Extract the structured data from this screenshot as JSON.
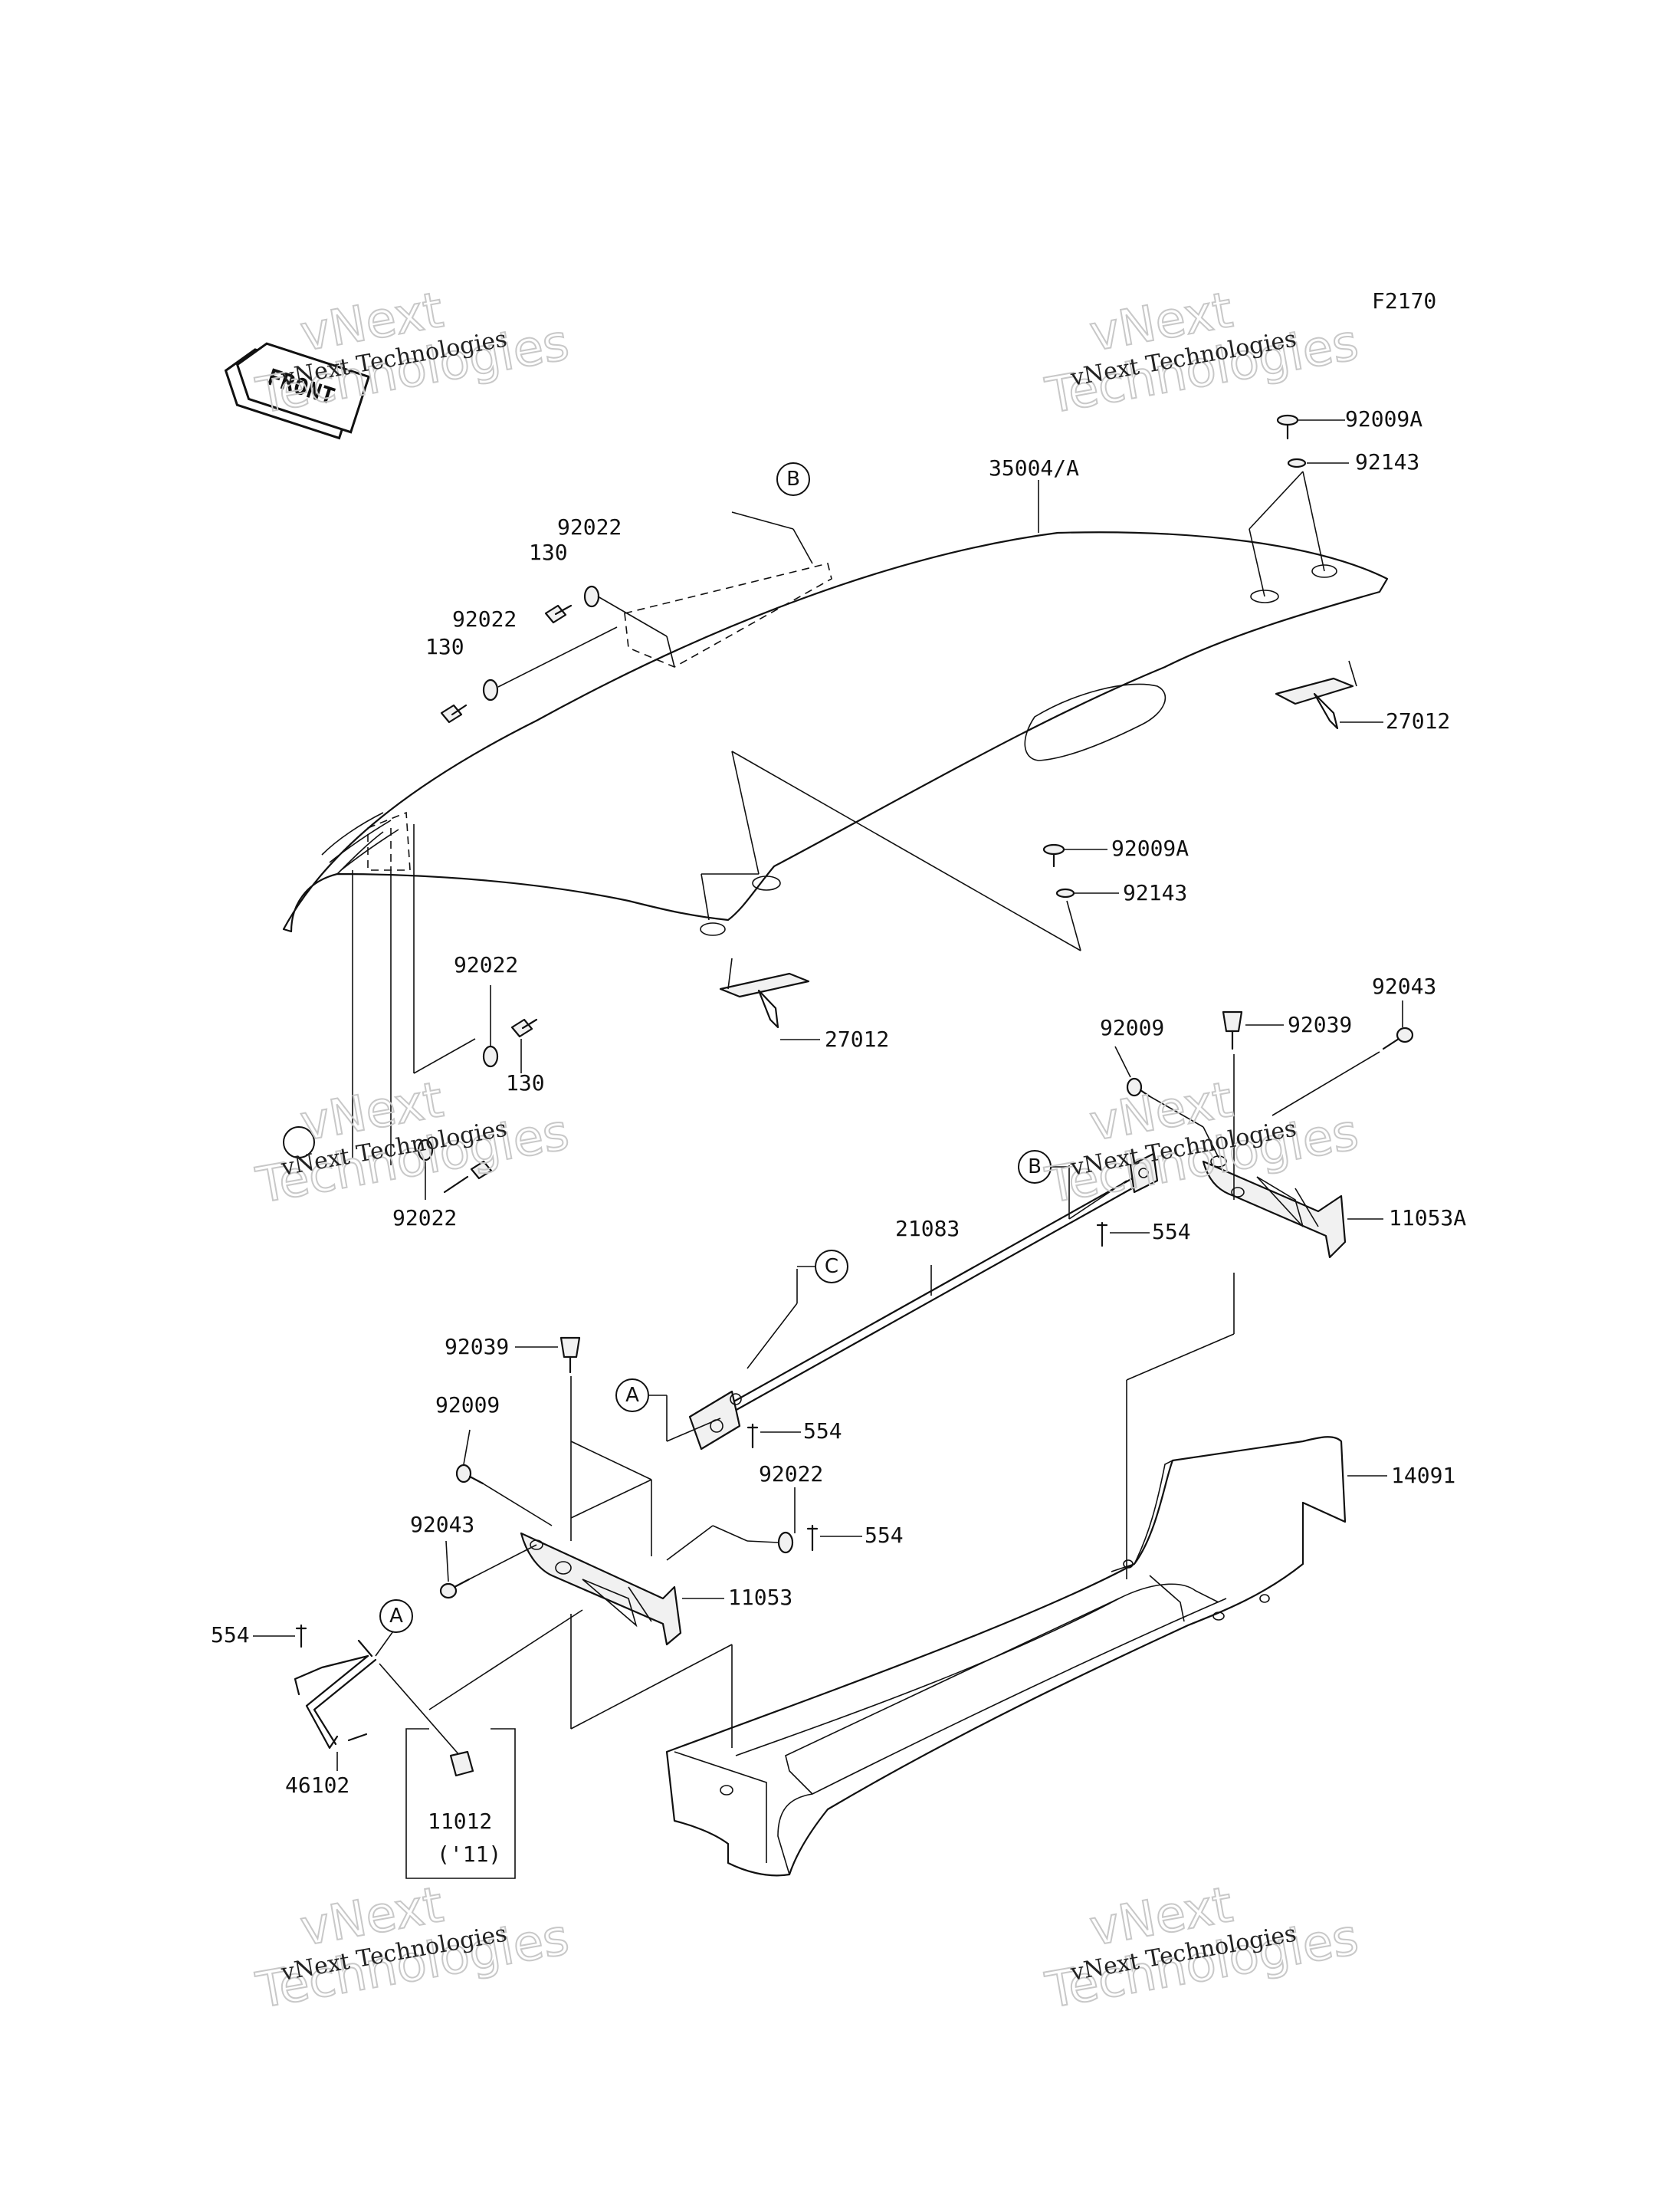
{
  "figure_code": "F2170",
  "front_label": "FRONT",
  "watermark": {
    "line1": "vNext Technologies",
    "line2": "vNext",
    "line3": "Technologies"
  },
  "callouts": {
    "a": "A",
    "b": "B",
    "c": "C"
  },
  "parts": {
    "p35004A": "35004/A",
    "p92009A_top": "92009A",
    "p92143_top": "92143",
    "p27012_right": "27012",
    "p92009A_mid": "92009A",
    "p92143_mid": "92143",
    "p27012_mid": "27012",
    "p92022_a": "92022",
    "p130_a": "130",
    "p92022_b": "92022",
    "p130_b": "130",
    "p92022_c": "92022",
    "p130_c": "130",
    "p92022_d": "92022",
    "p92043_r": "92043",
    "p92009_r": "92009",
    "p92039_r": "92039",
    "p11053A": "11053A",
    "p554_r": "554",
    "p21083": "21083",
    "p92039_l": "92039",
    "p92009_l": "92009",
    "p554_m": "554",
    "p92022_e": "92022",
    "p554_e": "554",
    "p92043_l": "92043",
    "p11053": "11053",
    "p14091": "14091",
    "p554_l": "554",
    "p46102": "46102",
    "p11012": "11012",
    "p11012_year": "('11)"
  }
}
